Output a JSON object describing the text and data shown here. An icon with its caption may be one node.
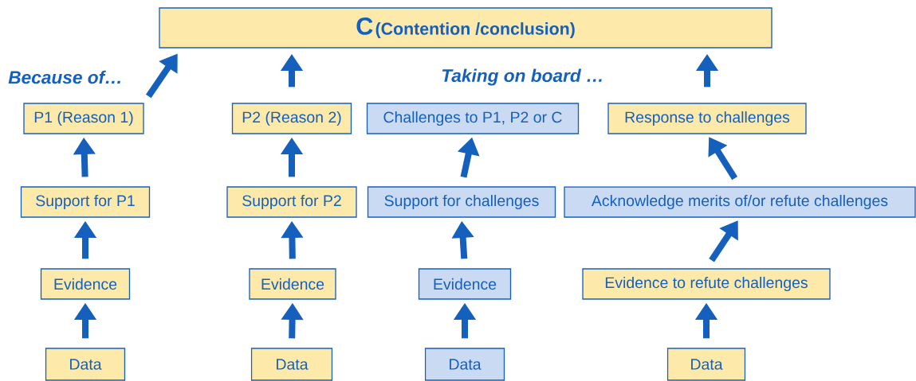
{
  "diagram": {
    "nodes": [
      {
        "text": [
          "C",
          "(Contention /conclusion)"
        ]
      },
      {
        "text": [
          "P1 (Reason 1)"
        ]
      },
      {
        "text": [
          "Support for P1"
        ]
      },
      {
        "text": [
          "Evidence"
        ]
      },
      {
        "text": [
          "Data"
        ]
      },
      {
        "text": [
          "P2 (Reason 2)"
        ]
      },
      {
        "text": [
          "Support for P2"
        ]
      },
      {
        "text": [
          "Evidence"
        ]
      },
      {
        "text": [
          "Data"
        ]
      },
      {
        "text": [
          "Challenges to P1, P2 or C"
        ]
      },
      {
        "text": [
          "Support for challenges"
        ]
      },
      {
        "text": [
          "Evidence"
        ]
      },
      {
        "text": [
          "Data"
        ]
      },
      {
        "text": [
          "Response to challenges"
        ]
      },
      {
        "text": [
          "Acknowledge merits of/or refute challenges"
        ]
      },
      {
        "text": [
          "Evidence to refute challenges"
        ]
      },
      {
        "text": [
          "Data"
        ]
      }
    ],
    "edges": [
      {
        "from": 1,
        "to": 0,
        "arrow": "to"
      },
      {
        "from": 5,
        "to": 0,
        "arrow": "to"
      },
      {
        "from": 13,
        "to": 0,
        "arrow": "to"
      },
      {
        "from": 2,
        "to": 1,
        "arrow": "to"
      },
      {
        "from": 3,
        "to": 2,
        "arrow": "to"
      },
      {
        "from": 4,
        "to": 3,
        "arrow": "to"
      },
      {
        "from": 6,
        "to": 5,
        "arrow": "to"
      },
      {
        "from": 7,
        "to": 6,
        "arrow": "to"
      },
      {
        "from": 8,
        "to": 7,
        "arrow": "to"
      },
      {
        "from": 10,
        "to": 9,
        "arrow": "to"
      },
      {
        "from": 11,
        "to": 10,
        "arrow": "to"
      },
      {
        "from": 12,
        "to": 11,
        "arrow": "to"
      },
      {
        "from": 14,
        "to": 13,
        "arrow": "to"
      },
      {
        "from": 15,
        "to": 14,
        "arrow": "to"
      },
      {
        "from": 16,
        "to": 15,
        "arrow": "to"
      }
    ],
    "labels": [
      "Because of…",
      "Taking on board …"
    ]
  }
}
